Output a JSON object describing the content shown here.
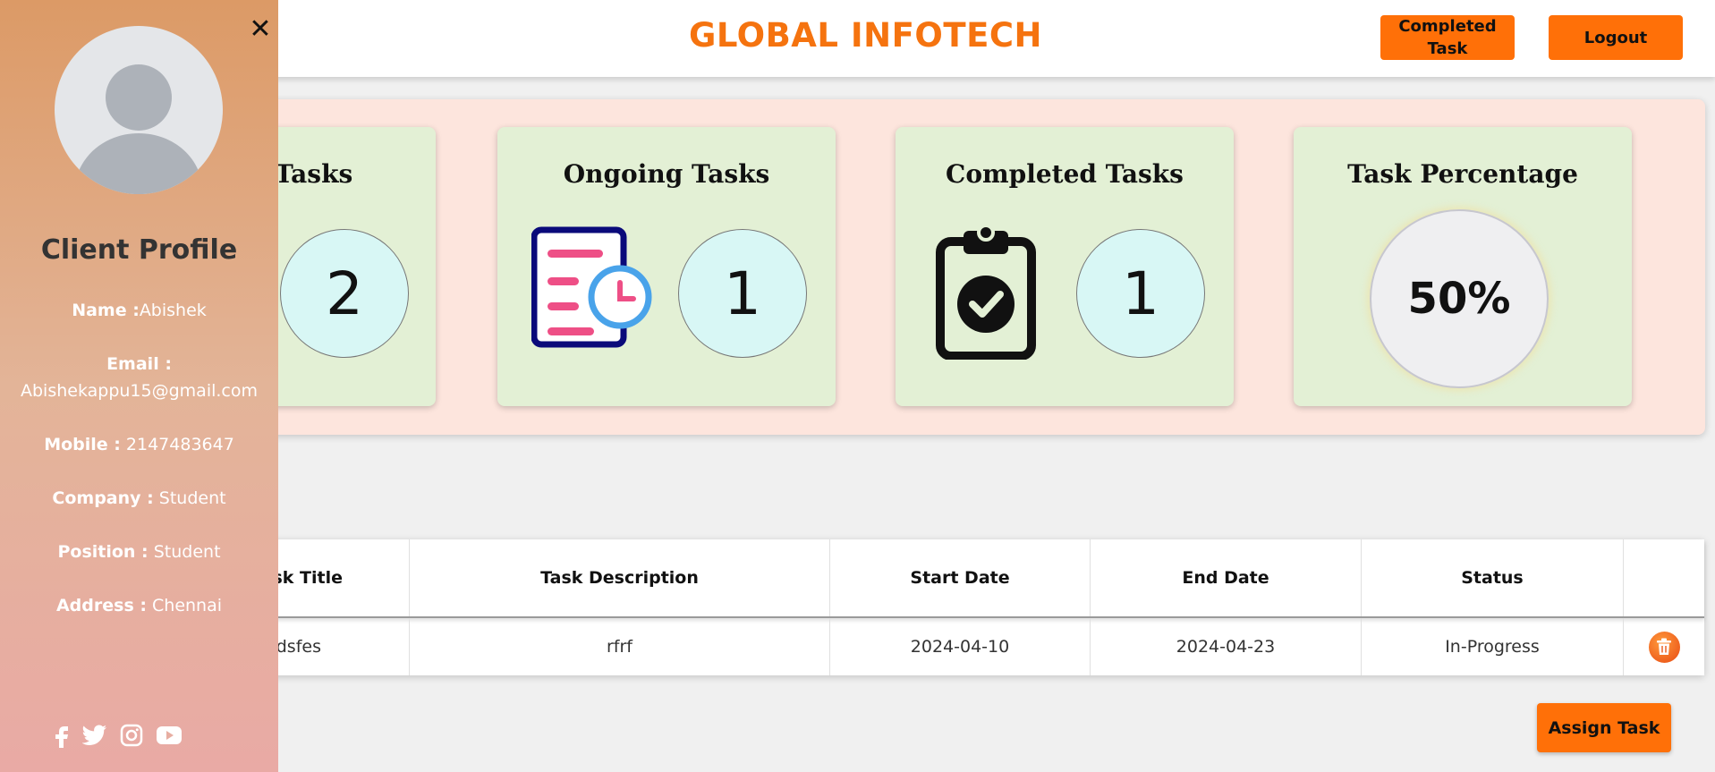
{
  "header": {
    "brand": "GLOBAL INFOTECH",
    "completed_task_label": "Completed Task",
    "logout_label": "Logout",
    "brand_color": "#f5730f",
    "button_color": "#ff7008"
  },
  "stats": {
    "cards": [
      {
        "title": "Tasks",
        "count": "2"
      },
      {
        "title": "Ongoing Tasks",
        "count": "1",
        "icon": "document-clock-icon"
      },
      {
        "title": "Completed Tasks",
        "count": "1",
        "icon": "clipboard-check-icon"
      },
      {
        "title": "Task Percentage",
        "value": "50%"
      }
    ]
  },
  "table": {
    "headers": [
      "sk Title",
      "Task Description",
      "Start Date",
      "End Date",
      "Status"
    ],
    "rows": [
      {
        "title": "dsfes",
        "description": "rfrf",
        "start": "2024-04-10",
        "end": "2024-04-23",
        "status": "In-Progress"
      }
    ]
  },
  "assign_task_label": "Assign Task",
  "sidebar": {
    "title": "Client Profile",
    "name_label": "Name :",
    "name": "Abishek",
    "email_label": "Email :",
    "email": "Abishekappu15@gmail.com",
    "mobile_label": "Mobile :",
    "mobile": "2147483647",
    "company_label": "Company :",
    "company": "Student",
    "position_label": "Position :",
    "position": "Student",
    "address_label": "Address :",
    "address": "Chennai",
    "social": [
      "facebook-icon",
      "twitter-icon",
      "instagram-icon",
      "youtube-icon"
    ]
  }
}
